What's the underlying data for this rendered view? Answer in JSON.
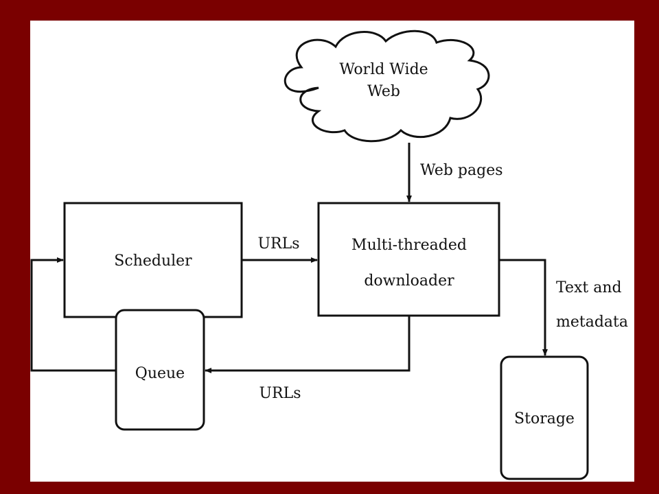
{
  "diagram": {
    "cloud": {
      "line1": "World Wide",
      "line2": "Web"
    },
    "labels": {
      "web_pages": "Web pages",
      "urls_top": "URLs",
      "urls_bottom": "URLs",
      "text_and": "Text and",
      "metadata": "metadata"
    },
    "nodes": {
      "scheduler": "Scheduler",
      "downloader_line1": "Multi-threaded",
      "downloader_line2": "downloader",
      "queue": "Queue",
      "storage": "Storage"
    }
  },
  "colors": {
    "frame": "#7a0000",
    "canvas": "#ffffff",
    "ink": "#111111"
  }
}
